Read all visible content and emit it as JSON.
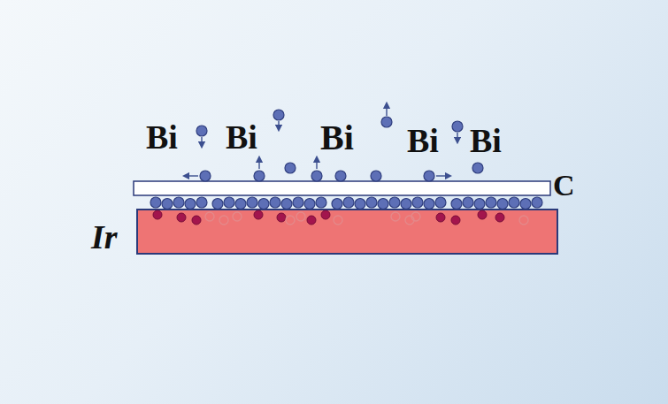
{
  "diagram": {
    "labels": [
      "Bi",
      "Bi",
      "Bi",
      "Bi",
      "Bi",
      "C",
      "Ir"
    ]
  }
}
